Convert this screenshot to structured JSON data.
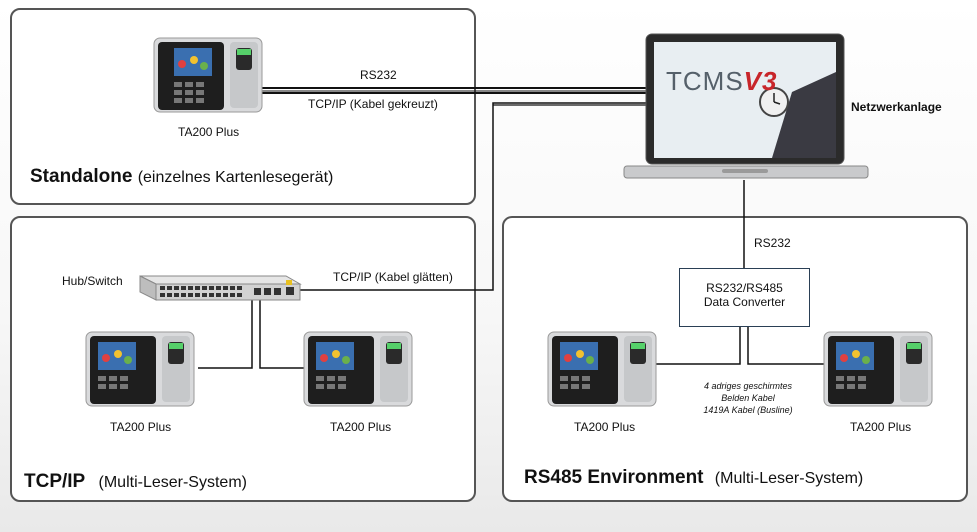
{
  "standalone": {
    "title_bold": "Standalone",
    "title_rest": "(einzelnes Kartenlesegerät)",
    "device_label": "TA200 Plus",
    "link_top": "RS232",
    "link_bottom": "TCP/IP (Kabel gekreuzt)"
  },
  "laptop": {
    "label": "Netzwerkanlage",
    "screen_logo": "TCMS",
    "screen_logo_version": "V3"
  },
  "tcpip": {
    "title_bold": "TCP/IP",
    "title_rest": "(Multi-Leser-System)",
    "hub_label": "Hub/Switch",
    "link_label": "TCP/IP (Kabel glätten)",
    "devices": [
      "TA200 Plus",
      "TA200 Plus"
    ]
  },
  "rs485": {
    "title_bold": "RS485 Environment",
    "title_rest": "(Multi-Leser-System)",
    "link_label": "RS232",
    "converter_line1": "RS232/RS485",
    "converter_line2": "Data Converter",
    "cable_line1": "4 adriges geschirmtes",
    "cable_line2": "Belden Kabel",
    "cable_line3": "1419A Kabel (Busline)",
    "devices": [
      "TA200 Plus",
      "TA200 Plus"
    ]
  }
}
